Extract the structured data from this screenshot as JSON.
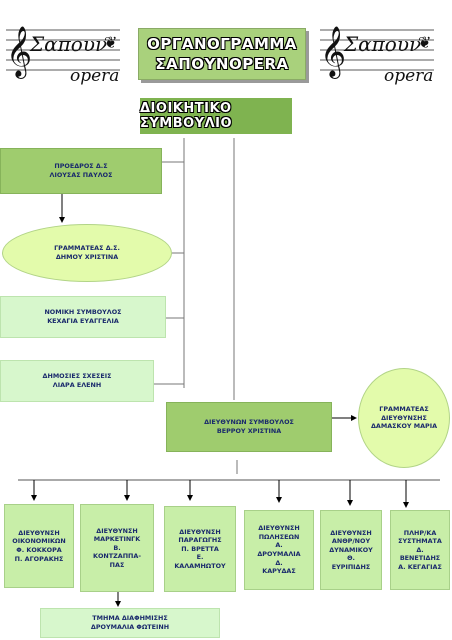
{
  "logo": {
    "script_text": "Σαπουν",
    "opera_text": "opera"
  },
  "title": {
    "line1": "ΟΡΓΑΝΟΓΡΑΜΜΑ",
    "line2": "ΣΑΠΟΥΝΟPERA"
  },
  "board": {
    "label": "ΔΙΟΙΚΗΤΙΚΟ ΣΥΜΒΟΥΛΙΟ"
  },
  "president": {
    "line1": "ΠΡΟΕΔΡΟΣ Δ.Σ",
    "line2": "ΛΙΟΥΣΑΣ ΠΑΥΛΟΣ"
  },
  "board_secretary": {
    "line1": "ΓΡΑΜΜΑΤΕΑΣ Δ.Σ.",
    "line2": "ΔΗΜΟΥ ΧΡΙΣΤΙΝΑ"
  },
  "legal_advisor": {
    "line1": "ΝΟΜΙΚΗ ΣΥΜΒΟΥΛΟΣ",
    "line2": "ΚΕΧΑΓΙΑ ΕΥΑΓΓΕΛΙΑ"
  },
  "public_relations": {
    "line1": "ΔΗΜΟΣΙΕΣ ΣΧΕΣΕΙΣ",
    "line2": "ΛΙΑΡΑ ΕΛΕΝΗ"
  },
  "ceo": {
    "line1": "ΔΙΕΥΘΥΝΩΝ ΣΥΜΒΟΥΛΟΣ",
    "line2": "ΒΕΡΡΟΥ ΧΡΙΣΤΙΝΑ"
  },
  "ceo_secretary": {
    "line1": "ΓΡΑΜΜΑΤΕΑΣ",
    "line2": "ΔΙΕΥΘΥΝΣΗΣ",
    "line3": "ΔΑΜΑΣΚΟΥ ΜΑΡΙΑ"
  },
  "departments": [
    {
      "lines": [
        "ΔΙΕΥΘΥΝΣΗ",
        "ΟΙΚΟΝΟΜΙΚΩΝ",
        "Φ. ΚΟΚΚΟΡΑ",
        "Π. ΑΓΟΡΑΚΗΣ"
      ]
    },
    {
      "lines": [
        "ΔΙΕΥΘΥΝΣΗ",
        "ΜΑΡΚΕΤΙΝΓΚ",
        "Β.",
        "ΚΟΝΤΖΑΠΠΑ-",
        "ΠΑΣ"
      ]
    },
    {
      "lines": [
        "ΔΙΕΥΘΥΝΣΗ",
        "ΠΑΡΑΓΩΓΗΣ",
        "Π. ΒΡΕΤΤΑ",
        "Ε.",
        "ΚΑΛΑΜΗΩΤΟΥ"
      ]
    },
    {
      "lines": [
        "ΔΙΕΥΘΥΝΣΗ",
        "ΠΩΛΗΣΕΩΝ",
        "Α.",
        "ΔΡΟΥΜΑΛΙΑ",
        "Δ.",
        "ΚΑΡΥΔΑΣ"
      ]
    },
    {
      "lines": [
        "ΔΙΕΥΘΥΝΣΗ",
        "ΑΝΘΡ/ΝΟΥ",
        "ΔΥΝΑΜΙΚΟΥ",
        "Θ.",
        "ΕΥΡΙΠΙΔΗΣ"
      ]
    },
    {
      "lines": [
        "ΠΛΗΡ/ΚΑ",
        "ΣΥΣΤΗΜΑΤΑ",
        "Δ.",
        "ΒΕΝΕΤΙΔΗΣ",
        "Α. ΚΕΓΑΓΙΑΣ"
      ]
    }
  ],
  "advertising": {
    "line1": "ΤΜΗΜΑ ΔΙΑΦΗΜΙΣΗΣ",
    "line2": "ΔΡΟΥΜΑΛΙΑ ΦΩΤΕΙΝΗ"
  }
}
